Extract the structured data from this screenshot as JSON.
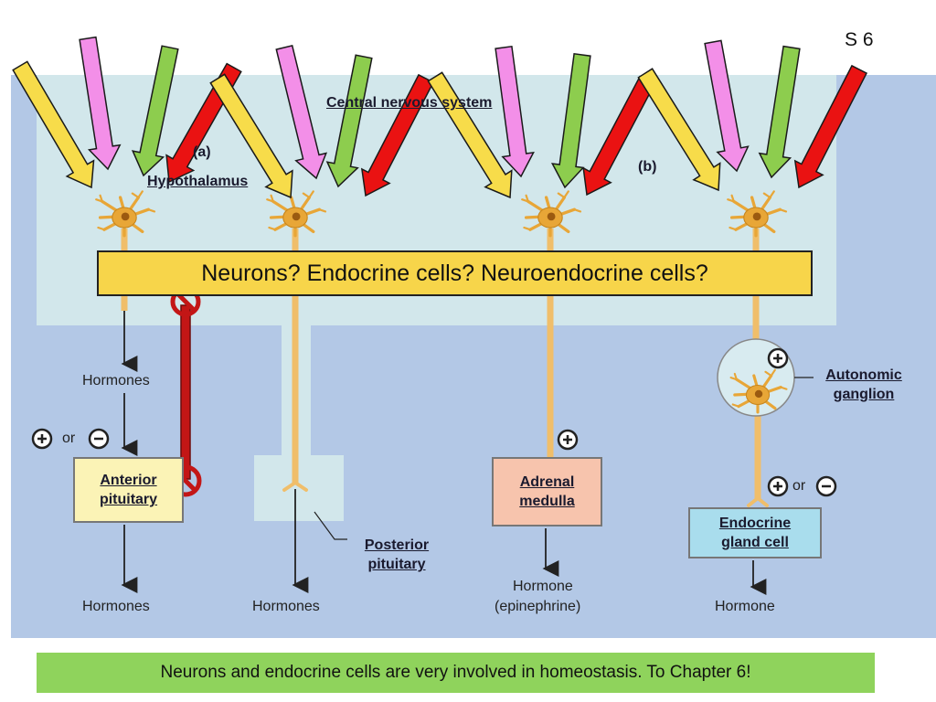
{
  "slide_number": "S 6",
  "header": {
    "cns_label": "Central nervous system",
    "hypothalamus_label": "Hypothalamus",
    "part_a": "(a)",
    "part_b": "(b)"
  },
  "question_box": "Neurons?  Endocrine cells? Neuroendocrine cells?",
  "labels": {
    "hormones_mid": "Hormones",
    "hormones_a": "Hormones",
    "hormones_posterior": "Hormones",
    "hormone_adrenal_1": "Hormone",
    "hormone_adrenal_2": "(epinephrine)",
    "hormone_endocrine": "Hormone",
    "or_a": "or",
    "or_d": "or"
  },
  "boxes": {
    "anterior_pituitary": "Anterior pituitary",
    "posterior_pituitary": "Posterior pituitary",
    "adrenal_medulla": "Adrenal medulla",
    "endocrine_gland_cell": "Endocrine gland cell",
    "autonomic_ganglion": "Autonomic ganglion"
  },
  "footer_text": "Neurons and endocrine cells are very  involved in homeostasis.  To Chapter 6!",
  "colors": {
    "background": "#b3c8e6",
    "cns_region": "#d2e7eb",
    "arrow_yellow": "#f7dc4a",
    "arrow_pink": "#f38fe8",
    "arrow_green": "#8dcd4e",
    "arrow_red": "#ea1212",
    "axon": "#f0be6a",
    "anterior_box": "#fbf3b6",
    "adrenal_box": "#f7c4ad",
    "endocrine_box": "#a9dded",
    "question_box": "#f7d54a",
    "footer": "#8fd35c",
    "no_symbol": "#c31616"
  },
  "icons": [
    "neuron-icon",
    "plus-circle-icon",
    "minus-circle-icon",
    "no-symbol-icon",
    "down-arrow-icon"
  ]
}
